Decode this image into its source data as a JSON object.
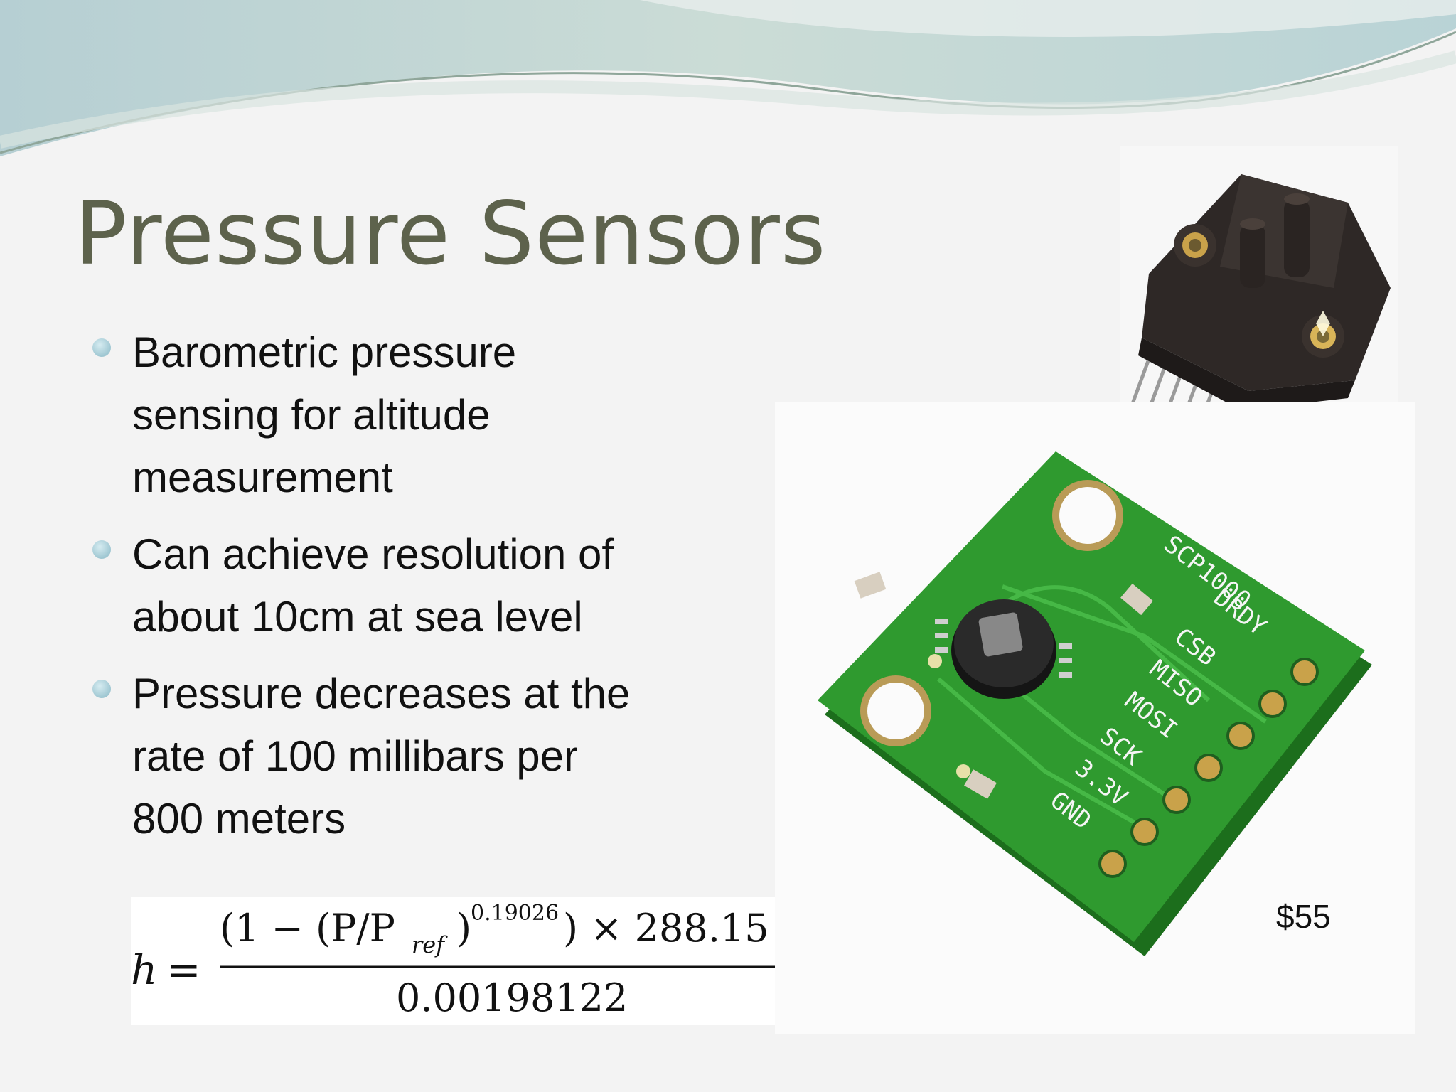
{
  "slide": {
    "title": "Pressure Sensors",
    "bullets": [
      {
        "lines": [
          "Barometric pressure",
          "sensing for altitude",
          "measurement"
        ]
      },
      {
        "lines": [
          "Can achieve resolution of",
          "about 10cm at sea level"
        ]
      },
      {
        "lines": [
          "Pressure decreases at the",
          "rate of 100 millibars per",
          "800 meters"
        ]
      }
    ],
    "formula": {
      "lhs": "h",
      "equals": "=",
      "numerator_open": "(1 − (P/P",
      "subscript": "ref",
      "paren_close": ")",
      "exponent": "0.19026",
      "numerator_tail": ") × 288.15",
      "denominator": "0.00198122"
    },
    "board_labels": [
      "SCP1000",
      "DRDY",
      "CSB",
      "MISO",
      "MOSI",
      "SCK",
      "3.3V",
      "GND"
    ],
    "price": "$55"
  },
  "colors": {
    "background": "#f3f3f3",
    "title": "#5d624c",
    "bullet_dot": "#9fc7d2",
    "pcb_green": "#2f9a2f"
  }
}
